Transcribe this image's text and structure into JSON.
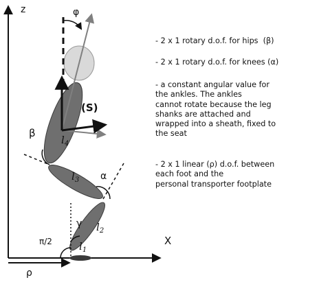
{
  "diagram": {
    "axes": {
      "z_label": "z",
      "x_label": "X",
      "rho_label": "ρ"
    },
    "angles": {
      "phi": "φ",
      "beta": "β",
      "alpha": "α",
      "gamma": "γ",
      "right_angle": "π/2"
    },
    "segments": {
      "l1": "l",
      "l1_sub": "1",
      "l2": "l",
      "l2_sub": "2",
      "l3": "l",
      "l3_sub": "3",
      "l4": "l",
      "l4_sub": "4"
    },
    "frame_label": "(S)",
    "colors": {
      "segment_fill": "#6f6f6f",
      "head_fill": "#d9d9d9",
      "arrow": "#808080",
      "foot": "#3a3a3a",
      "ink": "#111111"
    }
  },
  "notes": [
    {
      "text": "- 2 x 1 rotary d.o.f. for hips  (β)"
    },
    {
      "text": "- 2 x 1 rotary d.o.f. for knees (α)"
    },
    {
      "text": "- a constant angular value for\nthe ankles. The ankles\ncannot rotate because the leg\nshanks are attached and\nwrapped into a sheath, fixed to\nthe seat"
    },
    {
      "text": "- 2 x 1 linear (ρ) d.o.f. between\neach foot and the\npersonal transporter footplate"
    }
  ]
}
